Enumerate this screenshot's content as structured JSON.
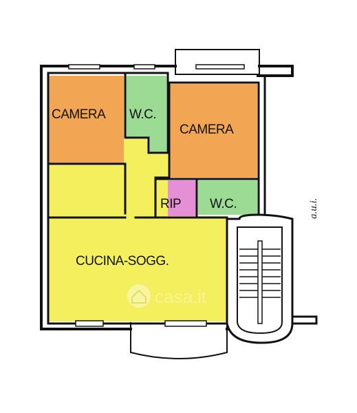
{
  "rooms": {
    "camera_left": {
      "label": "CAMERA",
      "color": "#f2a653"
    },
    "wc_top": {
      "label": "W.C.",
      "color": "#9cdb93"
    },
    "camera_right": {
      "label": "CAMERA",
      "color": "#f2a653"
    },
    "rip": {
      "label": "RIP",
      "color": "#e58fd6"
    },
    "wc_right": {
      "label": "W.C.",
      "color": "#9cdb93"
    },
    "cucina_sogg": {
      "label": "CUCINA-SOGG.",
      "color": "#f4ef5c"
    }
  },
  "side_note": "a.u.i.",
  "watermark": {
    "text": "casa.it",
    "icon": "house-icon"
  },
  "colors": {
    "wall": "#111111",
    "background": "#ffffff"
  }
}
